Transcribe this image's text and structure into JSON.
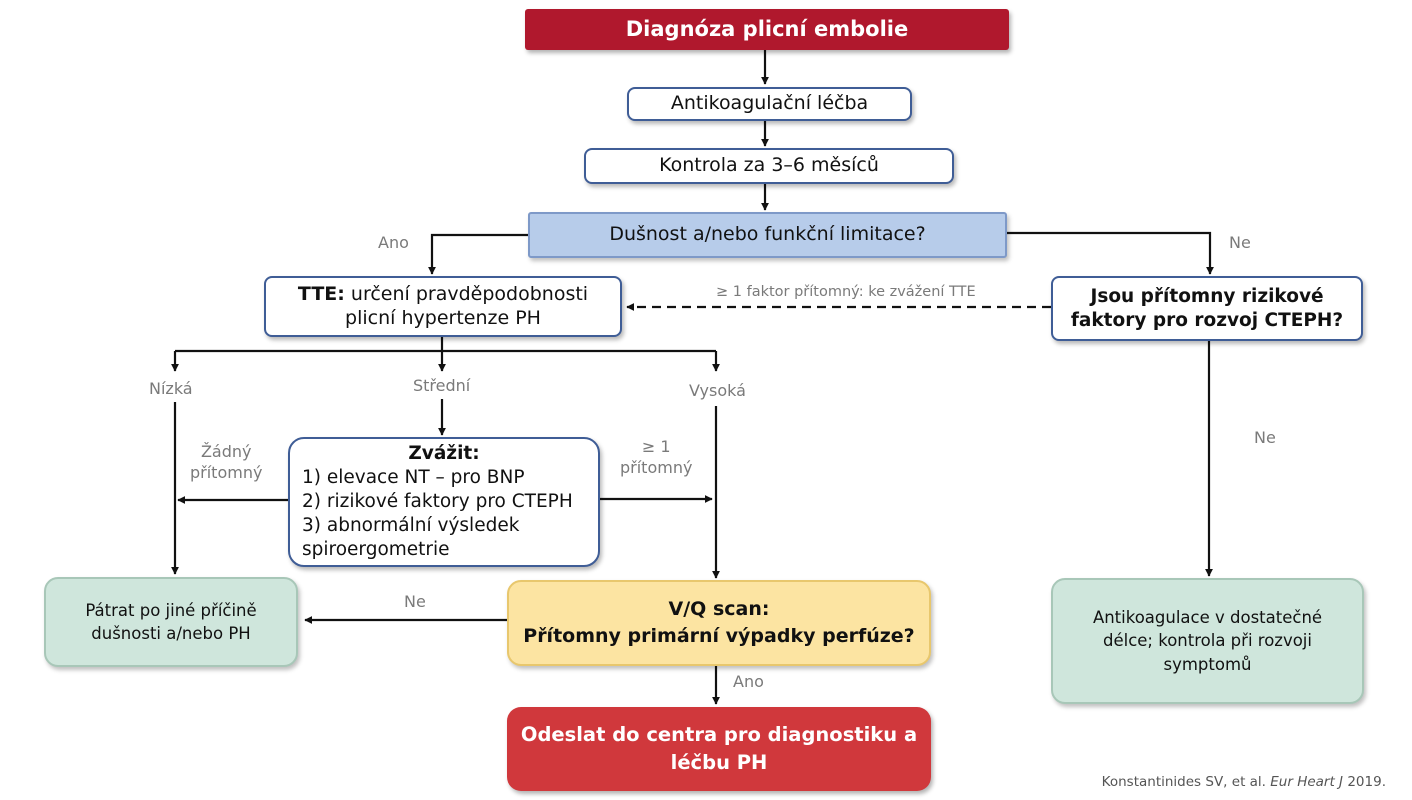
{
  "nodes": {
    "diagnosis": "Diagnóza plicní embolie",
    "anticoag": "Antikoagulační léčba",
    "followup": "Kontrola za 3–6 měsíců",
    "dyspnea_question": "Dušnost a/nebo funkční limitace?",
    "tte_bold": "TTE:",
    "tte_rest_1": "určení pravděpodobnosti",
    "tte_rest_2": "plicní hypertenze PH",
    "risk_question_1": "Jsou přítomny rizikové",
    "risk_question_2": "faktory pro rozvoj CTEPH?",
    "consider_head": "Zvážit:",
    "consider_items": [
      "1) elevace NT – pro BNP",
      "2) rizikové faktory pro CTEPH",
      "3) abnormální výsledek",
      "spiroergometrie"
    ],
    "other_cause_1": "Pátrat po jiné příčině",
    "other_cause_2": "dušnosti a/nebo PH",
    "vq_1": "V/Q scan:",
    "vq_2": "Přítomny primární výpadky perfúze?",
    "refer_1": "Odeslat do centra pro diagnostiku a",
    "refer_2": "léčbu PH",
    "anticoag_long_1": "Antikoagulace v dostatečné",
    "anticoag_long_2": "délce; kontrola při rozvoji",
    "anticoag_long_3": "symptomů"
  },
  "edge_labels": {
    "yes_left": "Ano",
    "no_right": "Ne",
    "dashed": "≥ 1 faktor přítomný: ke zvážení TTE",
    "low": "Nízká",
    "medium": "Střední",
    "high": "Vysoká",
    "none_present_1": "Žádný",
    "none_present_2": "přítomný",
    "one_present_1": "≥ 1",
    "one_present_2": "přítomný",
    "no_right_lower": "Ne",
    "no_vq": "Ne",
    "yes_vq": "Ano"
  },
  "citation": {
    "authors": "Konstantinides SV, et al.",
    "journal": "Eur Heart J",
    "year": "2019."
  },
  "colors": {
    "top_red": "#b0182d",
    "blue_question": "#b7ccea",
    "outline_blue": "#3f5d96",
    "green": "#cfe6dc",
    "yellow": "#fce4a2",
    "bottom_red": "#d0383c"
  }
}
